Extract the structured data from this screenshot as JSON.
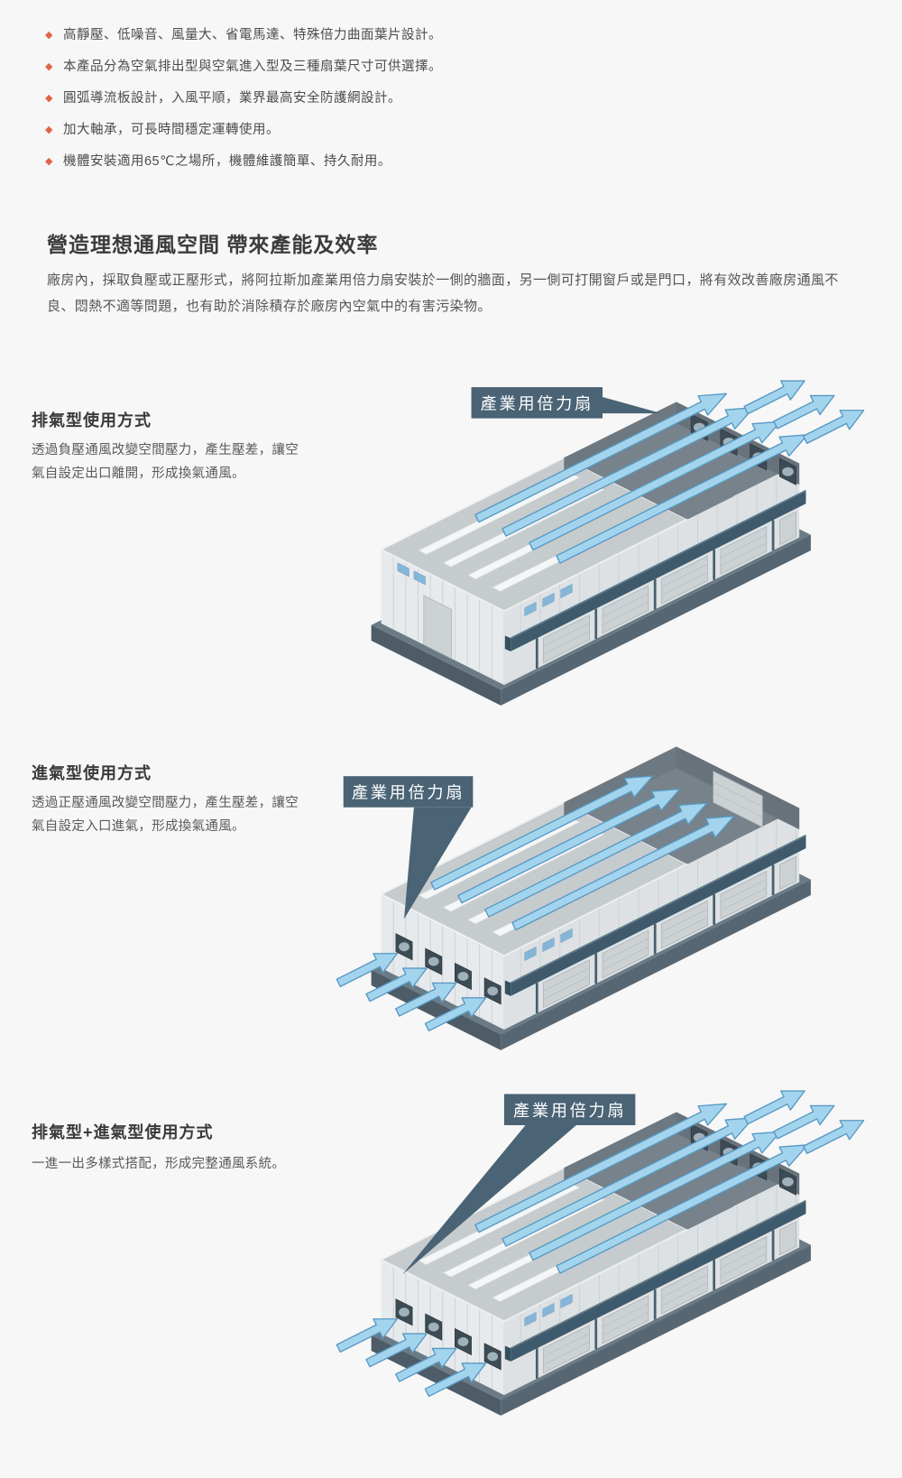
{
  "bullet_icon": "◆",
  "bullets": [
    "高靜壓、低噪音、風量大、省電馬達、特殊倍力曲面葉片設計。",
    "本產品分為空氣排出型與空氣進入型及三種扇葉尺寸可供選擇。",
    "圓弧導流板設計，入風平順，業界最高安全防護網設計。",
    "加大軸承，可長時間穩定運轉使用。",
    "機體安裝適用65℃之場所，機體維護簡單、持久耐用。"
  ],
  "intro": {
    "title": "營造理想通風空間 帶來產能及效率",
    "body": "廠房內，採取負壓或正壓形式，將阿拉斯加產業用倍力扇安裝於一側的牆面，另一側可打開窗戶或是門口，將有效改善廠房通風不良、悶熱不適等問題，也有助於消除積存於廠房內空氣中的有害污染物。"
  },
  "sections": [
    {
      "heading": "排氣型使用方式",
      "body": "透過負壓通風改變空間壓力，產生壓差，讓空氣自設定出口離開，形成換氣通風。",
      "label": "產業用倍力扇"
    },
    {
      "heading": "進氣型使用方式",
      "body": "透過正壓通風改變空間壓力，產生壓差，讓空氣自設定入口進氣，形成換氣通風。",
      "label": "產業用倍力扇"
    },
    {
      "heading": "排氣型+進氣型使用方式",
      "body": "一進一出多樣式搭配，形成完整通風系統。",
      "label": "產業用倍力扇"
    }
  ],
  "theme": {
    "accent": "#e0654a",
    "callout_bg": "#4a6375",
    "arrow_fill": "#a3d4ee",
    "arrow_stroke": "#5898c2",
    "background": "#f7f7f7",
    "heading_color": "#3c3c3c"
  }
}
